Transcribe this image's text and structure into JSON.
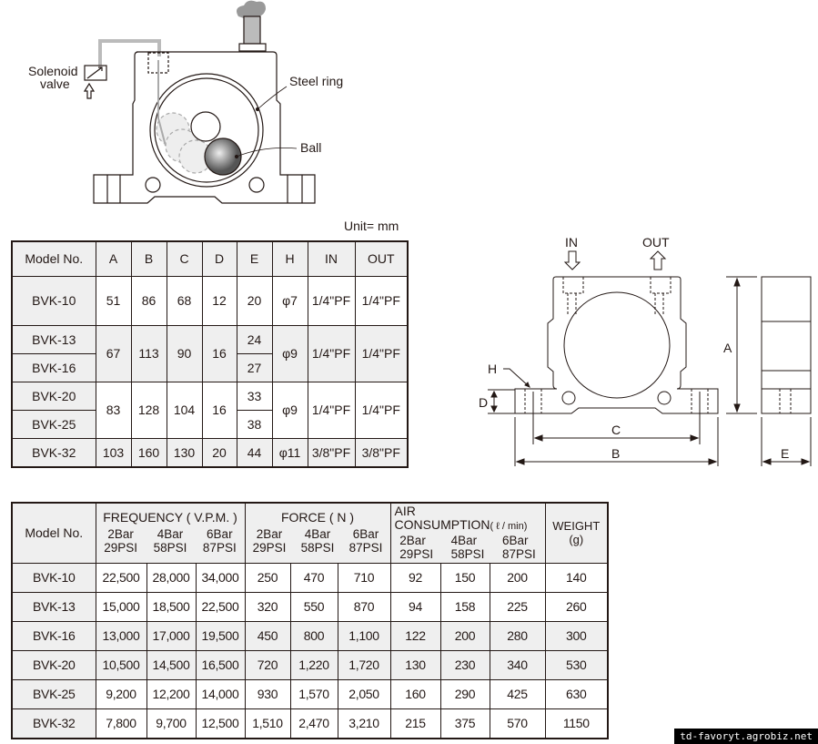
{
  "diagram_operation": {
    "solenoid_label_1": "Solenoid",
    "solenoid_label_2": "valve",
    "steel_ring_label": "Steel ring",
    "ball_label": "Ball"
  },
  "diagram_dimensions": {
    "in_label": "IN",
    "out_label": "OUT",
    "a": "A",
    "b": "B",
    "c": "C",
    "d": "D",
    "e": "E",
    "h": "H"
  },
  "unit": "Unit= mm",
  "dim_table": {
    "headers": [
      "Model No.",
      "A",
      "B",
      "C",
      "D",
      "E",
      "H",
      "IN",
      "OUT"
    ],
    "rows": [
      {
        "models": [
          "BVK-10"
        ],
        "A": "51",
        "B": "86",
        "C": "68",
        "D": "12",
        "E": [
          "20"
        ],
        "H": "φ7",
        "IN": "1/4\"PF",
        "OUT": "1/4\"PF"
      },
      {
        "models": [
          "BVK-13",
          "BVK-16"
        ],
        "A": "67",
        "B": "113",
        "C": "90",
        "D": "16",
        "E": [
          "24",
          "27"
        ],
        "H": "φ9",
        "IN": "1/4\"PF",
        "OUT": "1/4\"PF"
      },
      {
        "models": [
          "BVK-20",
          "BVK-25"
        ],
        "A": "83",
        "B": "128",
        "C": "104",
        "D": "16",
        "E": [
          "33",
          "38"
        ],
        "H": "φ9",
        "IN": "1/4\"PF",
        "OUT": "1/4\"PF"
      },
      {
        "models": [
          "BVK-32"
        ],
        "A": "103",
        "B": "160",
        "C": "130",
        "D": "20",
        "E": [
          "44"
        ],
        "H": "φ11",
        "IN": "3/8\"PF",
        "OUT": "3/8\"PF"
      }
    ]
  },
  "perf_table": {
    "model_header": "Model No.",
    "frequency_header": "FREQUENCY ( V.P.M. )",
    "force_header": "FORCE ( N )",
    "air_header_1": "AIR",
    "air_header_2": "CONSUMPTION",
    "air_unit": "( ℓ / min)",
    "weight_header_1": "WEIGHT",
    "weight_header_2": "(g)",
    "pressures": [
      {
        "bar": "2Bar",
        "psi": "29PSI"
      },
      {
        "bar": "4Bar",
        "psi": "58PSI"
      },
      {
        "bar": "6Bar",
        "psi": "87PSI"
      }
    ],
    "rows": [
      [
        "BVK-10",
        "22,500",
        "28,000",
        "34,000",
        "250",
        "470",
        "710",
        "92",
        "150",
        "200",
        "140"
      ],
      [
        "BVK-13",
        "15,000",
        "18,500",
        "22,500",
        "320",
        "550",
        "870",
        "94",
        "158",
        "225",
        "260"
      ],
      [
        "BVK-16",
        "13,000",
        "17,000",
        "19,500",
        "450",
        "800",
        "1,100",
        "122",
        "200",
        "280",
        "300"
      ],
      [
        "BVK-20",
        "10,500",
        "14,500",
        "16,500",
        "720",
        "1,220",
        "1,720",
        "130",
        "230",
        "340",
        "530"
      ],
      [
        "BVK-25",
        "9,200",
        "12,200",
        "14,000",
        "930",
        "1,570",
        "2,050",
        "160",
        "290",
        "425",
        "630"
      ],
      [
        "BVK-32",
        "7,800",
        "9,700",
        "12,500",
        "1,510",
        "2,470",
        "3,210",
        "215",
        "375",
        "570",
        "1150"
      ]
    ]
  },
  "watermark": "td-favoryt.agrobiz.net"
}
